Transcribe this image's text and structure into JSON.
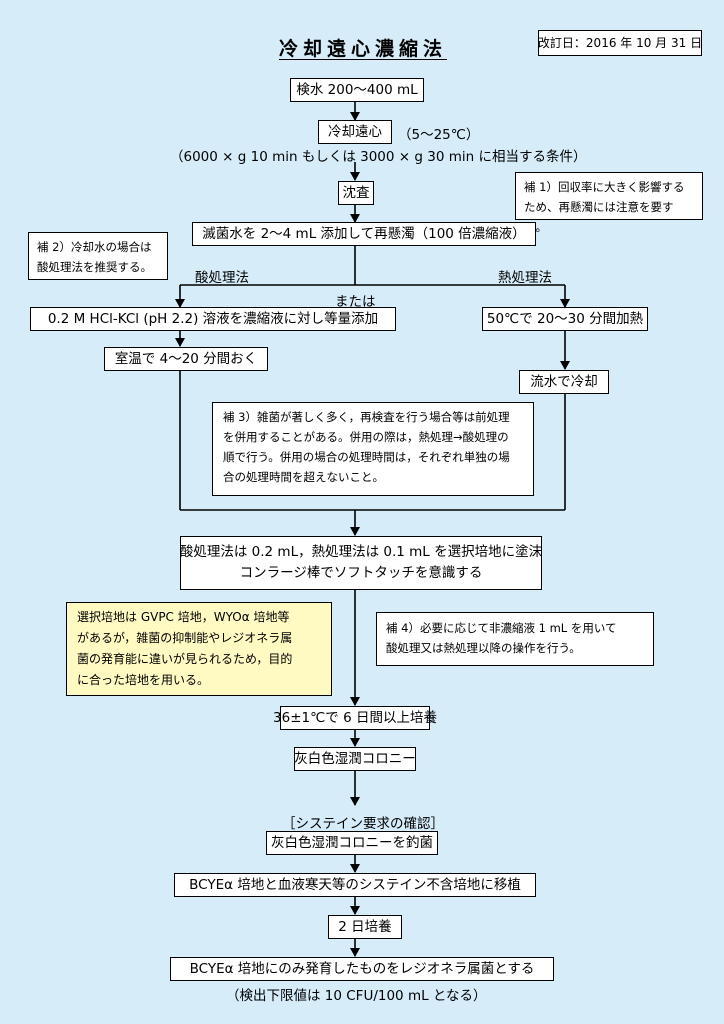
{
  "title": "冷却遠心濃縮法",
  "revision": "改訂日：2016 年 10 月 31 日",
  "steps": {
    "sample": "検水 200～400 mL",
    "centrifuge": "冷却遠心",
    "centrifuge_temp": "（5～25℃）",
    "centrifuge_cond": "（6000 × g 10 min もしくは 3000 × g 30 min に相当する条件）",
    "sediment": "沈査",
    "resuspend": "滅菌水を 2～4 mL 添加して再懸濁（100 倍濃縮液）",
    "acid_label": "酸処理法",
    "heat_label": "熱処理法",
    "or_label": "または",
    "acid_add": "0.2 M HCl-KCl (pH 2.2) 溶液を濃縮液に対し等量添加",
    "acid_rest": "室温で 4～20 分間おく",
    "heat_proc": "50℃で 20～30 分間加熱",
    "cool": "流水で冷却",
    "plate_1": "酸処理法は 0.2 mL，熱処理法は 0.1 mL を選択培地に塗沫",
    "plate_2": "コンラージ棒でソフトタッチを意識する",
    "incubate": "36±1℃で 6 日間以上培養",
    "colony": "灰白色湿潤コロニー",
    "cysteine_header": "［システイン要求の確認］",
    "pick": "灰白色湿潤コロニーを釣菌",
    "transfer": "BCYEα 培地と血液寒天等のシステイン不含培地に移植",
    "incubate2": "2 日培養",
    "final": "BCYEα 培地にのみ発育したものをレジオネラ属菌とする",
    "detection": "（検出下限値は 10 CFU/100 mL となる）"
  },
  "notes": {
    "note1": [
      "補 1）回収率に大きく影響する",
      "ため、再懸濁には注意を要する。"
    ],
    "note2": [
      "補 2）冷却水の場合は",
      "酸処理法を推奨する。"
    ],
    "note3": [
      "補 3）雑菌が著しく多く，再検査を行う場合等は前処理",
      "を併用することがある。併用の際は，熱処理→酸処理の",
      "順で行う。併用の場合の処理時間は，それぞれ単独の場",
      "合の処理時間を超えないこと。"
    ],
    "note4": [
      "補 4）必要に応じて非濃縮液 1 mL を用いて",
      "酸処理又は熱処理以降の操作を行う。"
    ],
    "yellow": [
      "選択培地は GVPC 培地，WYOα 培地等",
      "があるが，雑菌の抑制能やレジオネラ属",
      "菌の発育能に違いが見られるため，目的",
      "に合った培地を用いる。"
    ]
  },
  "colors": {
    "background": "#d6ecf9",
    "note_yellow": "#fff9c2",
    "box": "#ffffff"
  }
}
